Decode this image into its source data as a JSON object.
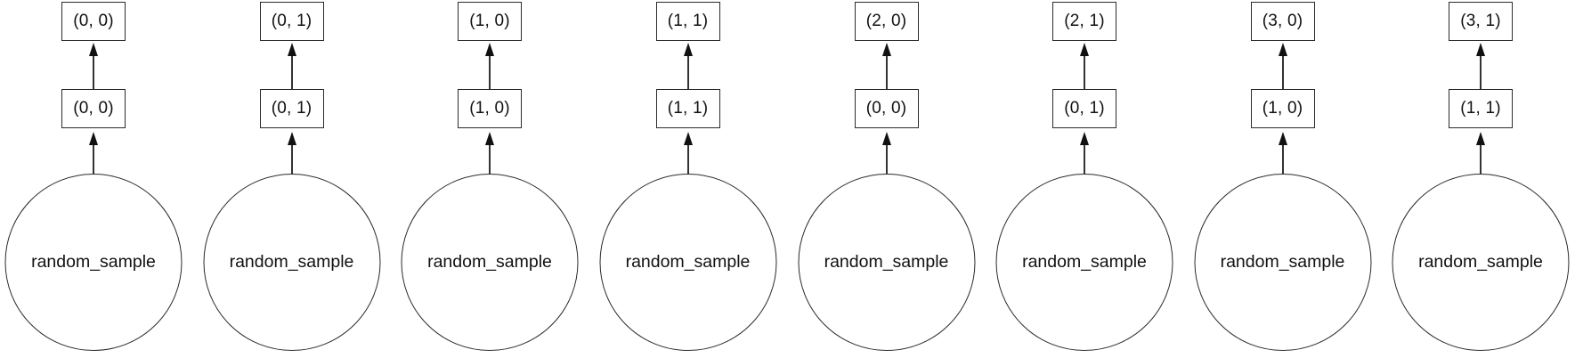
{
  "graph": {
    "type": "task-dependency-graph",
    "orientation": "bottom-to-top",
    "background_color": "#ffffff",
    "node_border_color": "#2b2b2b",
    "edge_color": "#333333",
    "text_color": "#111111",
    "columns": [
      {
        "index": 0,
        "top_box_label": "(0, 0)",
        "mid_box_label": "(0, 0)",
        "circle_label": "random_sample"
      },
      {
        "index": 1,
        "top_box_label": "(0, 1)",
        "mid_box_label": "(0, 1)",
        "circle_label": "random_sample"
      },
      {
        "index": 2,
        "top_box_label": "(1, 0)",
        "mid_box_label": "(1, 0)",
        "circle_label": "random_sample"
      },
      {
        "index": 3,
        "top_box_label": "(1, 1)",
        "mid_box_label": "(1, 1)",
        "circle_label": "random_sample"
      },
      {
        "index": 4,
        "top_box_label": "(2, 0)",
        "mid_box_label": "(0, 0)",
        "circle_label": "random_sample"
      },
      {
        "index": 5,
        "top_box_label": "(2, 1)",
        "mid_box_label": "(0, 1)",
        "circle_label": "random_sample"
      },
      {
        "index": 6,
        "top_box_label": "(3, 0)",
        "mid_box_label": "(1, 0)",
        "circle_label": "random_sample"
      },
      {
        "index": 7,
        "top_box_label": "(3, 1)",
        "mid_box_label": "(1, 1)",
        "circle_label": "random_sample"
      }
    ]
  }
}
